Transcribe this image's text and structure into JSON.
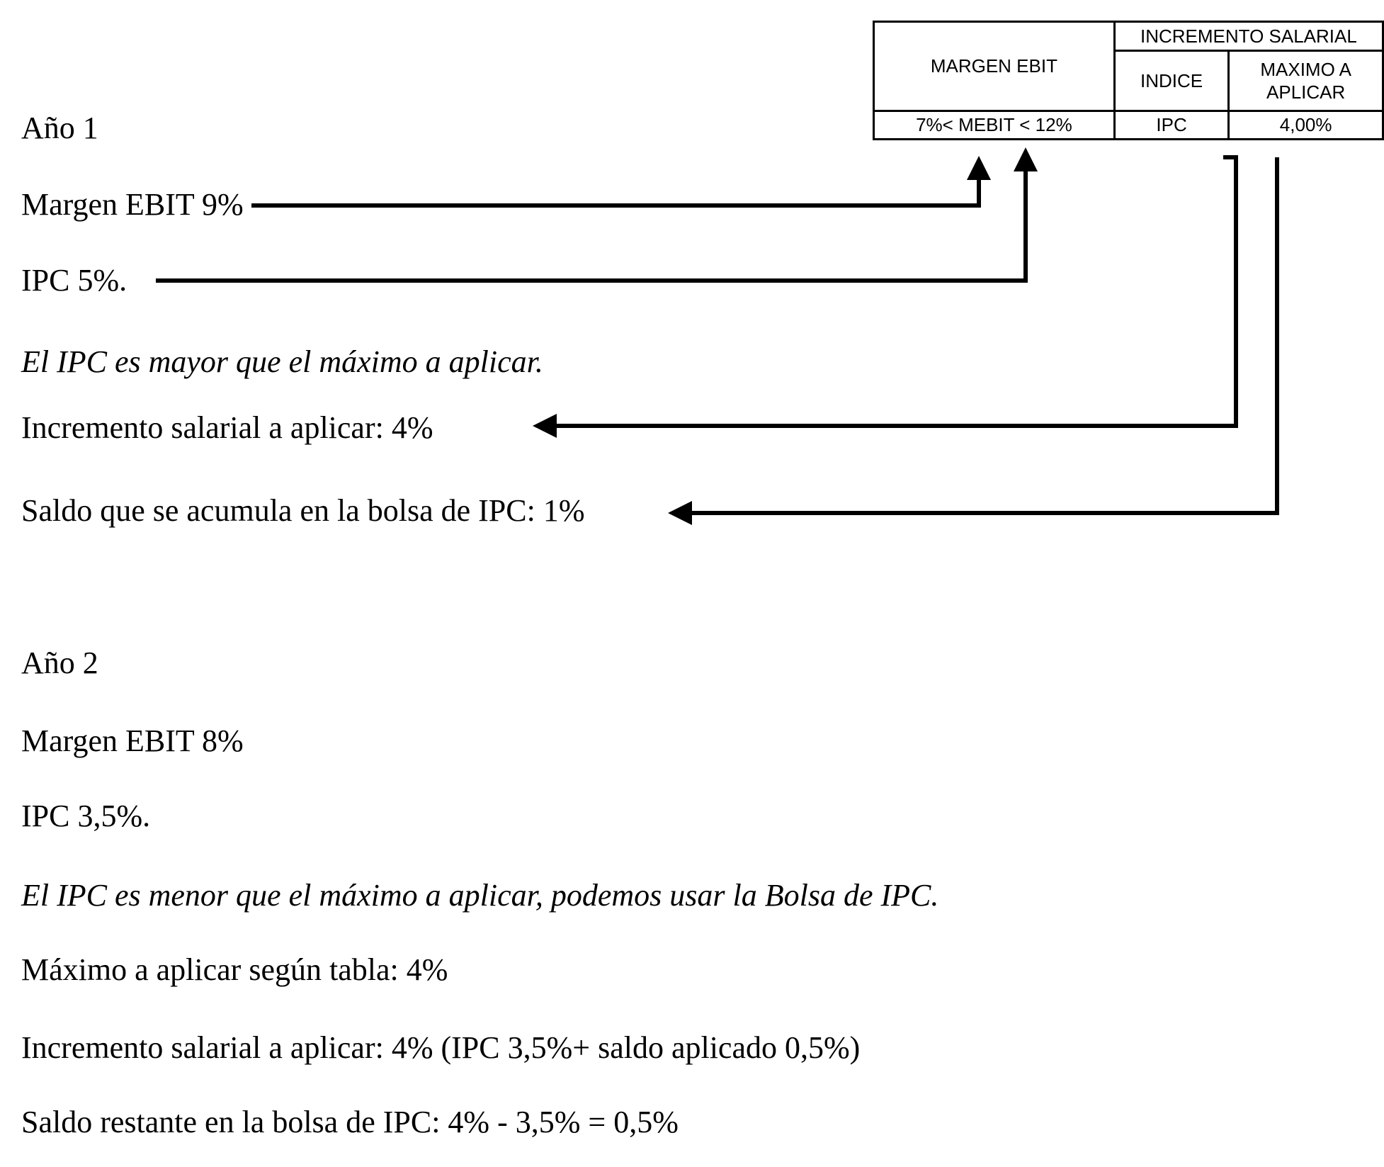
{
  "page": {
    "background_color": "#ffffff",
    "text_color": "#000000"
  },
  "table": {
    "headers": {
      "margen_ebit": "MARGEN EBIT",
      "incremento_salarial": "INCREMENTO SALARIAL",
      "indice": "INDICE",
      "maximo_a_aplicar": "MAXIMO A APLICAR"
    },
    "values": {
      "mebit_range": "7%< MEBIT < 12%",
      "indice_value": "IPC",
      "maximo_value": "4,00%"
    }
  },
  "ano1": {
    "title": "Año 1",
    "margen": "Margen EBIT 9%",
    "ipc": "IPC 5%.",
    "nota": "El IPC es mayor que el máximo a aplicar.",
    "incremento": "Incremento salarial a aplicar: 4%",
    "saldo": "Saldo que se acumula en la bolsa de IPC: 1%"
  },
  "ano2": {
    "title": "Año 2",
    "margen": "Margen EBIT 8%",
    "ipc": "IPC 3,5%.",
    "nota": "El IPC es menor que el máximo a aplicar, podemos usar la Bolsa de IPC.",
    "maximo": "Máximo a aplicar según tabla: 4%",
    "incremento": "Incremento salarial a aplicar: 4% (IPC 3,5%+ saldo aplicado 0,5%)",
    "saldo": "Saldo restante en la bolsa de IPC: 4% - 3,5% = 0,5%"
  }
}
